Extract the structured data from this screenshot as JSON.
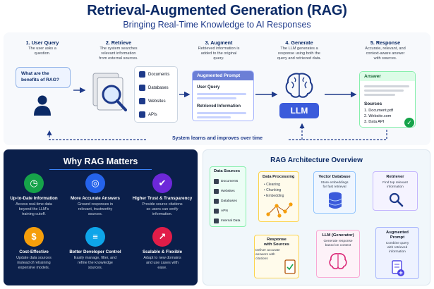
{
  "header": {
    "title": "Retrieval-Augmented Generation (RAG)",
    "subtitle": "Bringing Real-Time Knowledge to AI Responses"
  },
  "steps": [
    {
      "title": "1. User Query",
      "desc": [
        "The user asks a",
        "question."
      ]
    },
    {
      "title": "2. Retrieve",
      "desc": [
        "The system searches",
        "relevant information",
        "from external sources."
      ]
    },
    {
      "title": "3. Augment",
      "desc": [
        "Retrieved information is",
        "added to the original",
        "query."
      ]
    },
    {
      "title": "4. Generate",
      "desc": [
        "The LLM generates a",
        "response using both the",
        "query and retrieved data."
      ]
    },
    {
      "title": "5. Response",
      "desc": [
        "Accurate, relevant, and",
        "context-aware answer",
        "with sources."
      ]
    }
  ],
  "query_bubble": {
    "line1": "What are the",
    "line2": "benefits of RAG?"
  },
  "sources": [
    "Documents",
    "Databases",
    "Websites",
    "APIs"
  ],
  "augmented_prompt": {
    "header": "Augmented Prompt",
    "query_label": "User Query",
    "info_label": "Retrieved Information"
  },
  "llm_label": "LLM",
  "answer": {
    "header": "Answer",
    "sources_label": "Sources",
    "items": [
      "1.  Document.pdf",
      "2.  Website.com",
      "3.  Data API"
    ]
  },
  "loop_label": "System learns and improves over time",
  "why": {
    "title": "Why RAG Matters",
    "items": [
      {
        "name": "Up-to-Date Information",
        "desc": [
          "Access real-time data",
          "beyond the LLM's",
          "training cutoff."
        ],
        "icon": "clock-icon",
        "color": "#16a34a"
      },
      {
        "name": "More Accurate Answers",
        "desc": [
          "Ground responses in",
          "relevant, trustworthy",
          "sources."
        ],
        "icon": "target-icon",
        "color": "#2563eb"
      },
      {
        "name": "Higher Trust & Transparency",
        "desc": [
          "Provide source citations",
          "so users can verify",
          "information."
        ],
        "icon": "shield-icon",
        "color": "#6d28d9"
      },
      {
        "name": "Cost-Effective",
        "desc": [
          "Update data sources",
          "instead of retraining",
          "expensive models."
        ],
        "icon": "dollar-icon",
        "color": "#f59e0b"
      },
      {
        "name": "Better Developer Control",
        "desc": [
          "Easily manage, filter, and",
          "refine the knowledge",
          "sources."
        ],
        "icon": "sliders-icon",
        "color": "#0ea5e9"
      },
      {
        "name": "Scalable & Flexible",
        "desc": [
          "Adapt to new domains",
          "and use cases with",
          "ease."
        ],
        "icon": "chart-up-icon",
        "color": "#e11d48"
      }
    ]
  },
  "arch": {
    "title": "RAG Architecture Overview",
    "data_sources": {
      "title": "Data Sources",
      "items": [
        "Documents",
        "Websites",
        "Databases",
        "APIs",
        "Internal Data"
      ]
    },
    "processing": {
      "title": "Data Processing",
      "items": [
        "•  Cleaning",
        "•  Chunking",
        "•  Embedding"
      ]
    },
    "vector_db": {
      "title": "Vector Database",
      "desc": [
        "Store embeddings",
        "for fast retrieval"
      ]
    },
    "retriever": {
      "title": "Retriever",
      "desc": [
        "Find top relevant",
        "information"
      ]
    },
    "augmented": {
      "title1": "Augmented",
      "title2": "Prompt",
      "desc": [
        "Combine query",
        "with retrieved",
        "information"
      ]
    },
    "llm_gen": {
      "title": "LLM (Generator)",
      "desc": [
        "Generate response",
        "based on context"
      ]
    },
    "response": {
      "title1": "Response",
      "title2": "with Sources",
      "desc": [
        "Deliver accurate",
        "answers with",
        "citations"
      ]
    }
  },
  "colors": {
    "navy": "#0b2a66",
    "accent": "#3b5bdb",
    "green": "#16a34a",
    "arrow": "#1e3a8a"
  }
}
